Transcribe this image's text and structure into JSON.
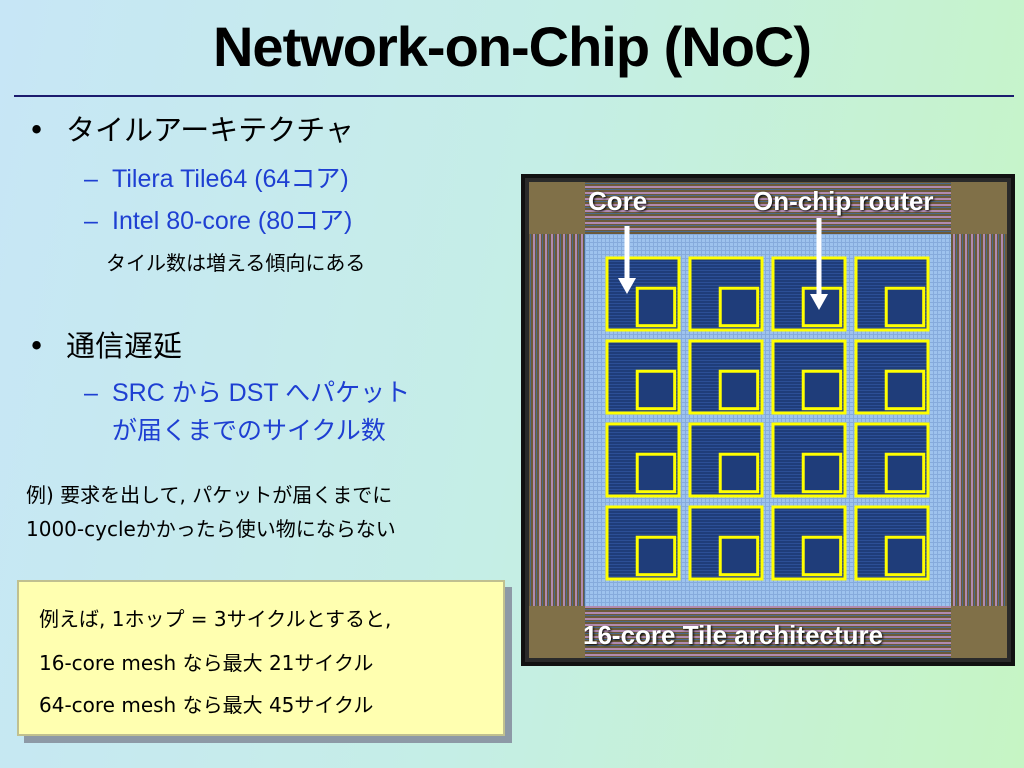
{
  "slide": {
    "title": "Network-on-Chip (NoC)",
    "bullet1": {
      "symbol": "•",
      "text": "タイルアーキテクチャ"
    },
    "bullet1_subs": [
      {
        "dash": "–",
        "text": "Tilera Tile64 (64コア)"
      },
      {
        "dash": "–",
        "text": "Intel 80-core (80コア)"
      }
    ],
    "bullet1_note": "タイル数は増える傾向にある",
    "bullet2": {
      "symbol": "•",
      "text": "通信遅延"
    },
    "bullet2_sub": {
      "dash": "–",
      "line1": "SRC から DST へパケット",
      "line2": "が届くまでのサイクル数"
    },
    "example": {
      "line1": "例) 要求を出して, パケットが届くまでに",
      "line2": "1000-cycleかかったら使い物にならない"
    },
    "calc_box": {
      "line1": "例えば, 1ホップ = 3サイクルとすると,",
      "line2": "16-core mesh なら最大 21サイクル",
      "line3": "64-core mesh なら最大 45サイクル"
    }
  },
  "chip": {
    "label_core": "Core",
    "label_router": "On-chip router",
    "caption": "16-core Tile architecture",
    "tile_rows": 4,
    "tile_cols": 4,
    "colors": {
      "core_fill": "#1f3d7a",
      "tile_border": "#ffff00",
      "mesh_bg": "#9ec3ee",
      "arrow": "#ffffff"
    }
  }
}
